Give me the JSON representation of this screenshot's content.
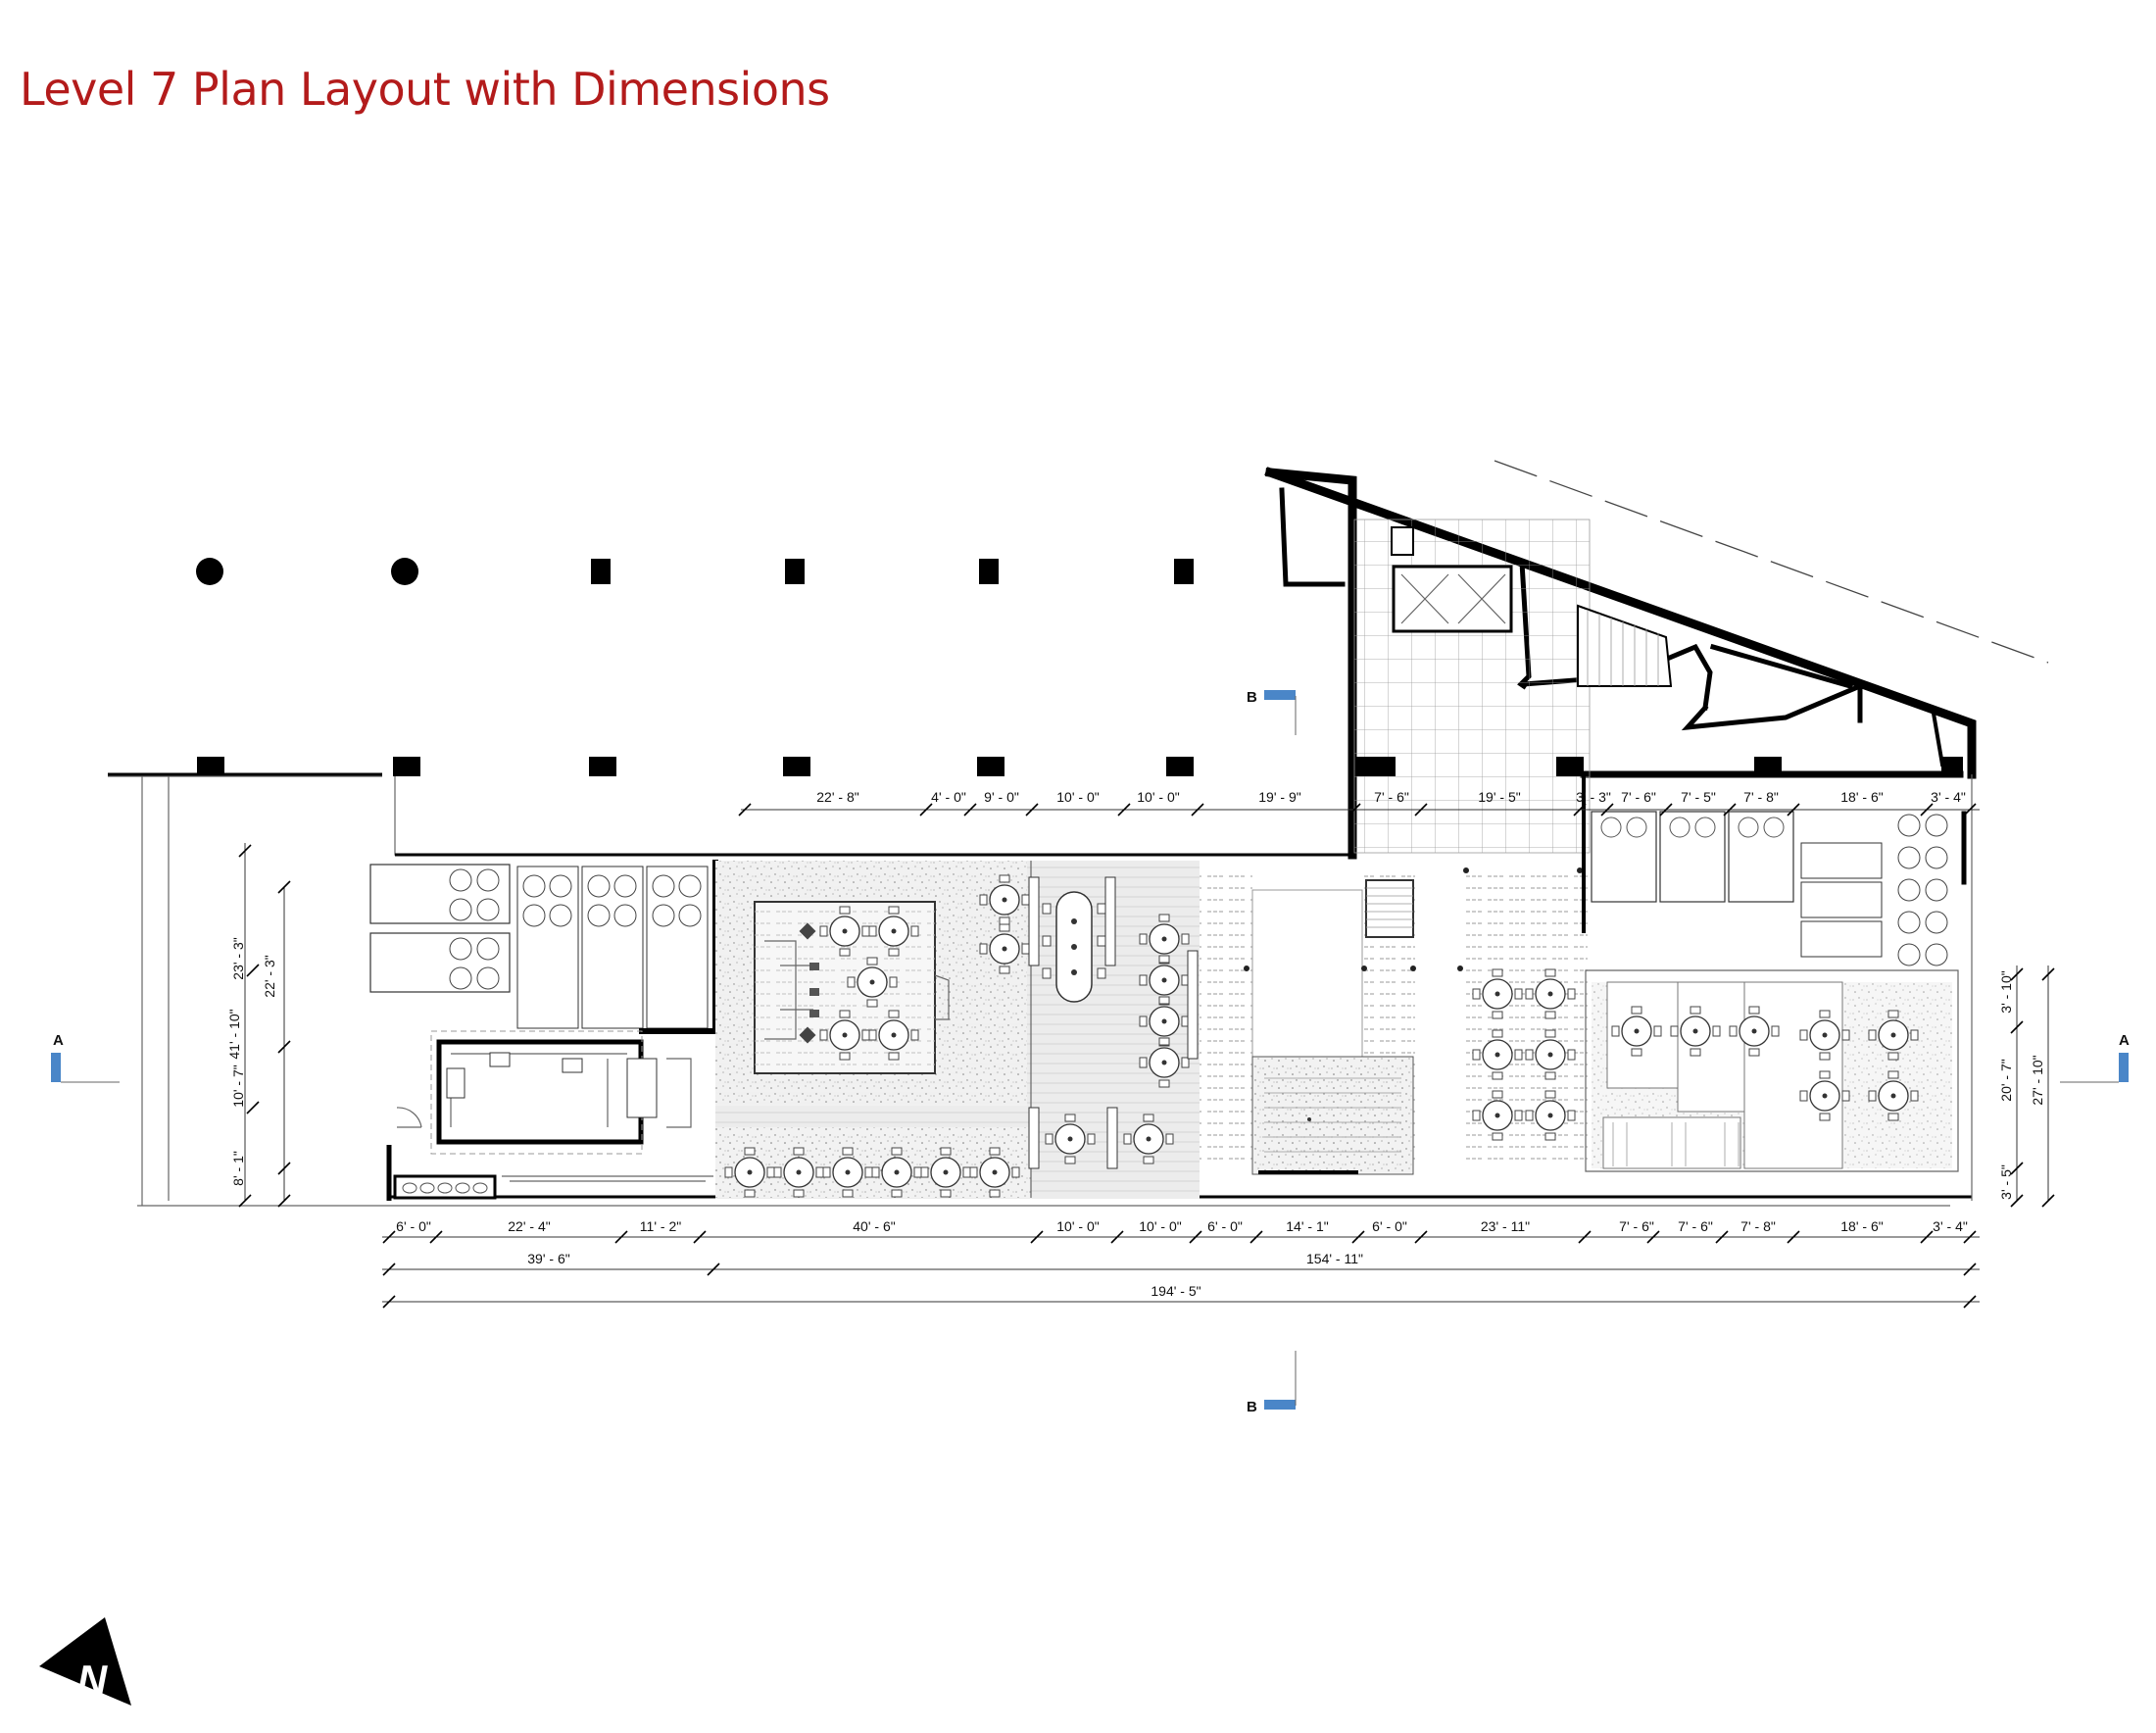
{
  "title": "Level 7 Plan Layout with Dimensions",
  "colors": {
    "title": "#b31b1b",
    "section_marker": "#4a86c8",
    "wall": "#000000"
  },
  "section_markers": {
    "a_left": "A",
    "a_right": "A",
    "b_top": "B",
    "b_bottom": "B"
  },
  "dimensions": {
    "top_row": [
      "22' - 8\"",
      "4' - 0\"",
      "9' - 0\"",
      "10' - 0\"",
      "10' - 0\"",
      "19' - 9\"",
      "7' - 6\"",
      "19' - 5\"",
      "3' - 3\"",
      "7' - 6\"",
      "7' - 5\"",
      "7' - 8\"",
      "18' - 6\"",
      "3' - 4\""
    ],
    "bottom_row": [
      "6' - 0\"",
      "22' - 4\"",
      "11' - 2\"",
      "40' - 6\"",
      "10' - 0\"",
      "10' - 0\"",
      "6' - 0\"",
      "14' - 1\"",
      "6' - 0\"",
      "23' - 11\"",
      "7' - 6\"",
      "7' - 6\"",
      "7' - 8\"",
      "18' - 6\"",
      "3' - 4\""
    ],
    "subtotals": [
      "39' - 6\"",
      "154' - 11\""
    ],
    "overall": "194' - 5\"",
    "left_vertical": [
      "41' - 10\"",
      "23' - 3\"",
      "22' - 3\"",
      "10' - 7\"",
      "8' - 1\""
    ],
    "right_vertical": [
      "3' - 10\"",
      "20' - 7\"",
      "27' - 10\"",
      "3' - 5\""
    ]
  },
  "north_arrow": {
    "label": "N"
  }
}
